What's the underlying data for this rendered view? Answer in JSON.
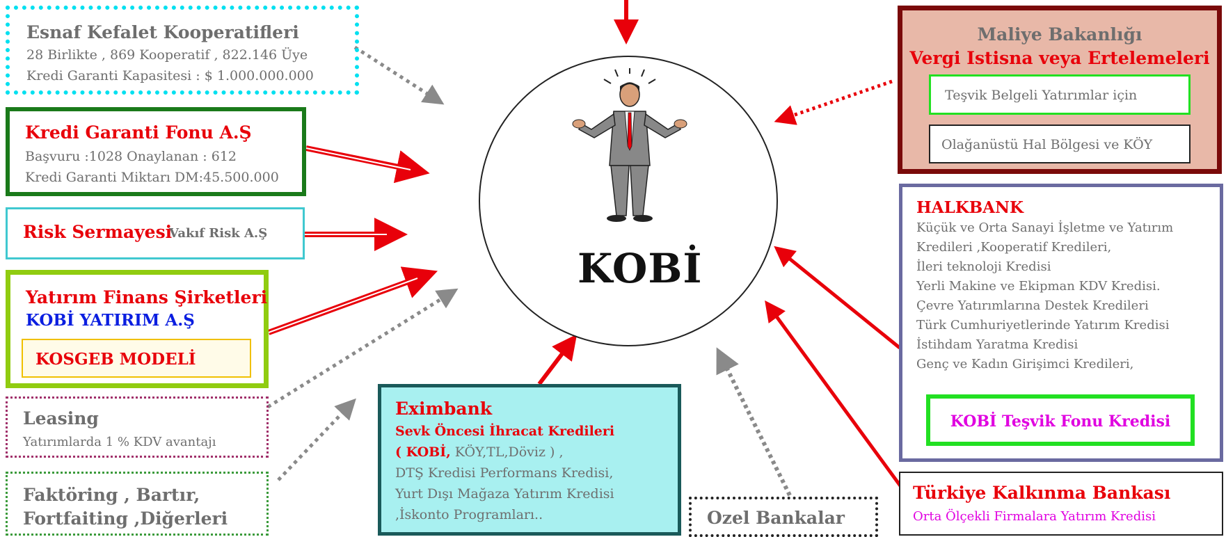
{
  "center": {
    "title": "KOBİ"
  },
  "esnaf": {
    "title": "Esnaf Kefalet  Kooperatifleri",
    "line1": "28 Birlikte , 869 Kooperatif , 822.146 Üye",
    "line2": "Kredi Garanti Kapasitesi : $ 1.000.000.000",
    "border_color": "#00e0f0"
  },
  "kgf": {
    "title": "Kredi Garanti Fonu A.Ş",
    "line1": "Başvuru :1028  Onaylanan : 612",
    "line2": "Kredi Garanti Miktarı DM:45.500.000",
    "border_color": "#1a7a1a"
  },
  "risk": {
    "title": "Risk Sermayesi",
    "sub": "Vakıf Risk A.Ş",
    "border_color": "#40c8d0"
  },
  "yatirim": {
    "title": "Yatırım Finans Şirketleri",
    "sub": "KOBİ YATIRIM A.Ş",
    "model": "KOSGEB MODELİ",
    "border_color": "#90cc10"
  },
  "leasing": {
    "title": "Leasing",
    "line1": "Yatırımlarda 1 % KDV avantajı"
  },
  "faktoring": {
    "line1": "Faktöring , Bartır,",
    "line2": "Fortfaiting ,Diğerleri"
  },
  "eximbank": {
    "title": "Eximbank",
    "sub": "Sevk Öncesi  İhracat Kredileri",
    "l1_bold": "( KOBİ,",
    "l1_rest": " KÖY,TL,Döviz ) ,",
    "l2": "DTŞ Kredisi Performans Kredisi,",
    "l3": "Yurt Dışı Mağaza Yatırım Kredisi",
    "l4": ",İskonto Programları..",
    "bg": "#a8f0f0"
  },
  "ozel": {
    "title": "Ozel Bankalar"
  },
  "maliye": {
    "title": "Maliye Bakanlığı",
    "sub": "Vergi Istisna veya Ertelemeleri",
    "item1": "Teşvik Belgeli Yatırımlar için",
    "item2": "Olağanüstü Hal Bölgesi ve KÖY",
    "border_color": "#7a0a0a",
    "bg": "#e8b8a8"
  },
  "halkbank": {
    "title": "HALKBANK",
    "lines": [
      "Küçük ve Orta Sanayi İşletme ve Yatırım",
      "Kredileri ,Kooperatif Kredileri,",
      "İleri teknoloji Kredisi",
      "Yerli Makine ve Ekipman KDV Kredisi.",
      "Çevre Yatırımlarına Destek Kredileri",
      "Türk Cumhuriyetlerinde Yatırım Kredisi",
      "İstihdam Yaratma Kredisi",
      "Genç ve Kadın Girişimci Kredileri,"
    ],
    "fonu": "KOBİ Teşvik Fonu Kredisi",
    "border_color": "#6a6aa0"
  },
  "tkb": {
    "title": "Türkiye Kalkınma Bankası",
    "sub": "Orta Ölçekli Firmalara Yatırım Kredisi"
  },
  "icons": {
    "person": "businessman-shrugging-icon"
  }
}
